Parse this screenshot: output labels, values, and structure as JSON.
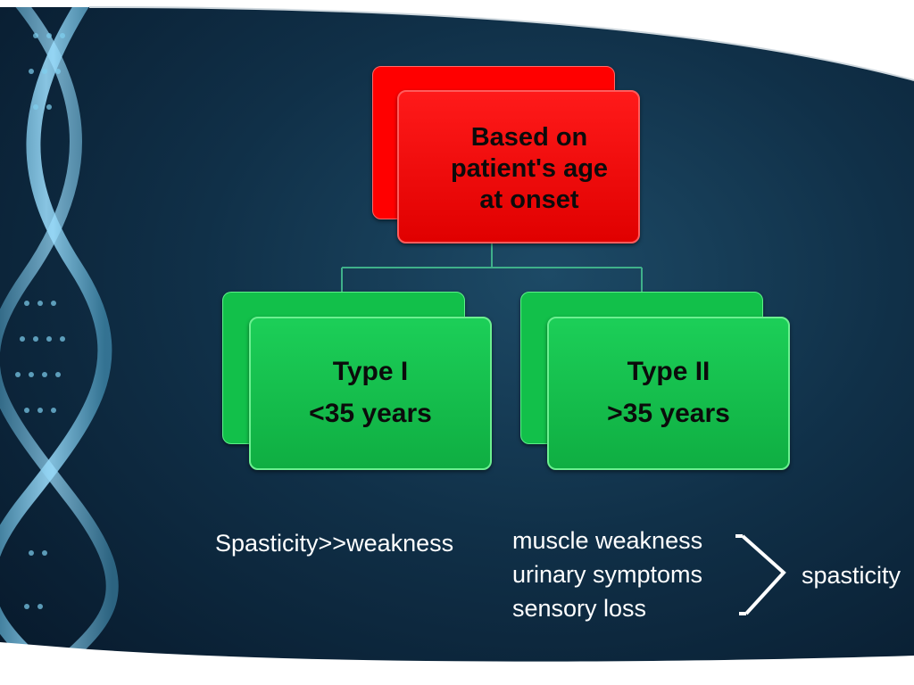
{
  "diagram": {
    "root": {
      "lines": [
        "Based on",
        "patient's age",
        "at onset"
      ],
      "color": "#ff0000"
    },
    "branches": [
      {
        "title": "Type I",
        "age": "<35 years",
        "color": "#12c04a"
      },
      {
        "title": "Type II",
        "age": ">35 years",
        "color": "#12c04a"
      }
    ],
    "notes": {
      "type1": "Spasticity>>weakness",
      "type2_list": [
        "muscle weakness",
        "urinary symptoms",
        "sensory loss"
      ],
      "type2_comparison": "spasticity"
    }
  },
  "theme": {
    "background": "#103048",
    "text_color": "#ffffff",
    "connector_color": "#3fb08a"
  },
  "decorations": [
    "dna-helix-image",
    "white-curved-frame"
  ]
}
